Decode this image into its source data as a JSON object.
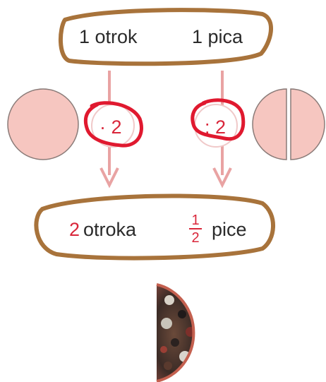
{
  "top": {
    "left_text": "1 otrok",
    "right_text": "1 pica"
  },
  "operations": {
    "left": "· 2",
    "right": ": 2"
  },
  "bottom": {
    "left_number": "2",
    "left_word": "otroka",
    "fraction_numerator": "1",
    "fraction_denominator": "2",
    "right_word": "pice"
  },
  "colors": {
    "outline_brown": "#a8733b",
    "circle_pink": "#f6c6c0",
    "circle_outline": "#8a7b78",
    "arrow_pink": "#e9a3a3",
    "annotation_red": "#e0192f",
    "text_red": "#d9263a",
    "text_dark": "#2a2a2a"
  },
  "icons": {
    "left_shape": "whole-circle",
    "right_shape": "halved-circle",
    "bottom_image": "half-pizza"
  }
}
